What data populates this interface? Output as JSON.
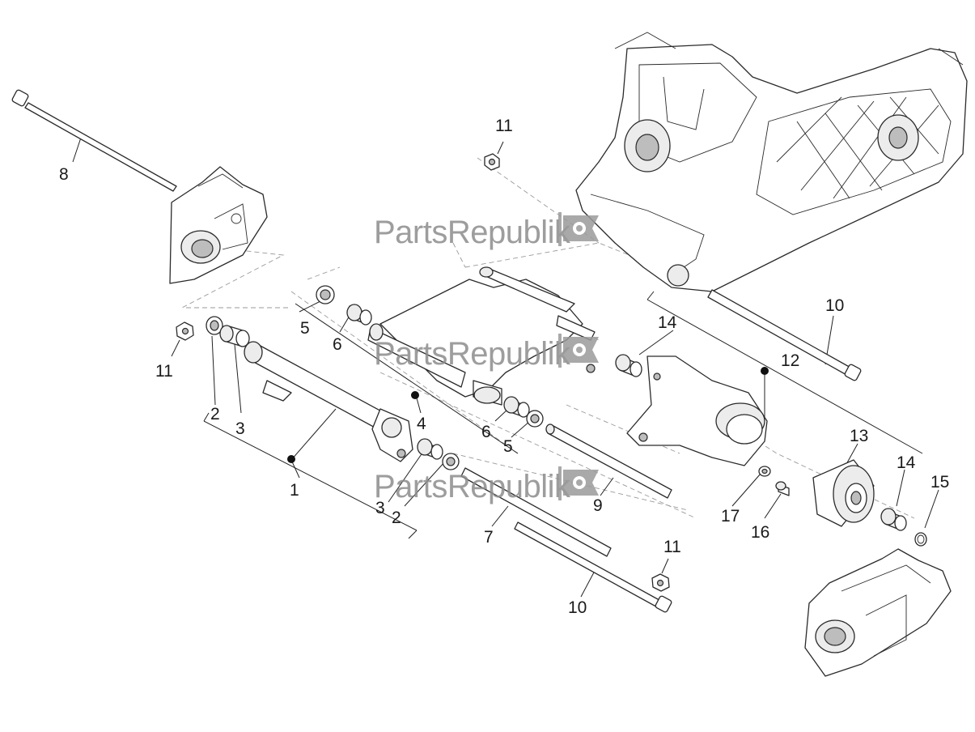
{
  "watermark": {
    "text": "PartsRepublik",
    "icon": "gear-flag-icon",
    "color": "#8d8d8d"
  },
  "callouts": [
    {
      "id": "c1",
      "label": "1"
    },
    {
      "id": "c2a",
      "label": "2"
    },
    {
      "id": "c2b",
      "label": "2"
    },
    {
      "id": "c3a",
      "label": "3"
    },
    {
      "id": "c3b",
      "label": "3"
    },
    {
      "id": "c4",
      "label": "4"
    },
    {
      "id": "c5a",
      "label": "5"
    },
    {
      "id": "c5b",
      "label": "5"
    },
    {
      "id": "c6a",
      "label": "6"
    },
    {
      "id": "c6b",
      "label": "6"
    },
    {
      "id": "c7",
      "label": "7"
    },
    {
      "id": "c8",
      "label": "8"
    },
    {
      "id": "c9",
      "label": "9"
    },
    {
      "id": "c10a",
      "label": "10"
    },
    {
      "id": "c10b",
      "label": "10"
    },
    {
      "id": "c11a",
      "label": "11"
    },
    {
      "id": "c11b",
      "label": "11"
    },
    {
      "id": "c11c",
      "label": "11"
    },
    {
      "id": "c12",
      "label": "12"
    },
    {
      "id": "c13",
      "label": "13"
    },
    {
      "id": "c14a",
      "label": "14"
    },
    {
      "id": "c14b",
      "label": "14"
    },
    {
      "id": "c15",
      "label": "15"
    },
    {
      "id": "c16",
      "label": "16"
    },
    {
      "id": "c17",
      "label": "17"
    }
  ]
}
